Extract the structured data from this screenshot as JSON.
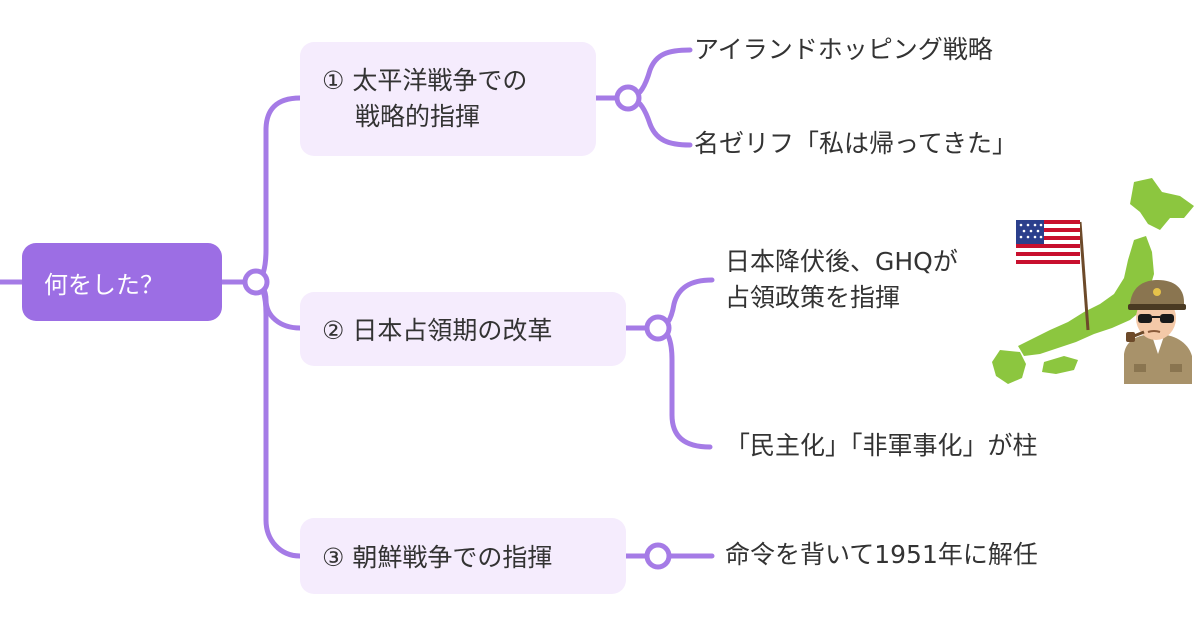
{
  "colors": {
    "accent": "#9c6ee4",
    "branch_fill": "#f5ecfd",
    "line": "#a57be6",
    "text": "#333333",
    "map_green": "#8cc63f"
  },
  "root": {
    "label": "何をした？"
  },
  "branches": [
    {
      "label_line1": "① 太平洋戦争での",
      "label_line2": "　 戦略的指揮",
      "leaves": [
        "アイランドホッピング戦略",
        "名ゼリフ「私は帰ってきた」"
      ]
    },
    {
      "label": "② 日本占領期の改革",
      "leaf1_line1": "日本降伏後、GHQが",
      "leaf1_line2": "占領政策を指揮",
      "leaf2": "「民主化」「非軍事化」が柱"
    },
    {
      "label": "③ 朝鮮戦争での指揮",
      "leaf": "命令を背いて1951年に解任"
    }
  ],
  "illustration": {
    "icons": [
      "japan-map-icon",
      "us-flag-icon",
      "general-macarthur-icon"
    ]
  }
}
